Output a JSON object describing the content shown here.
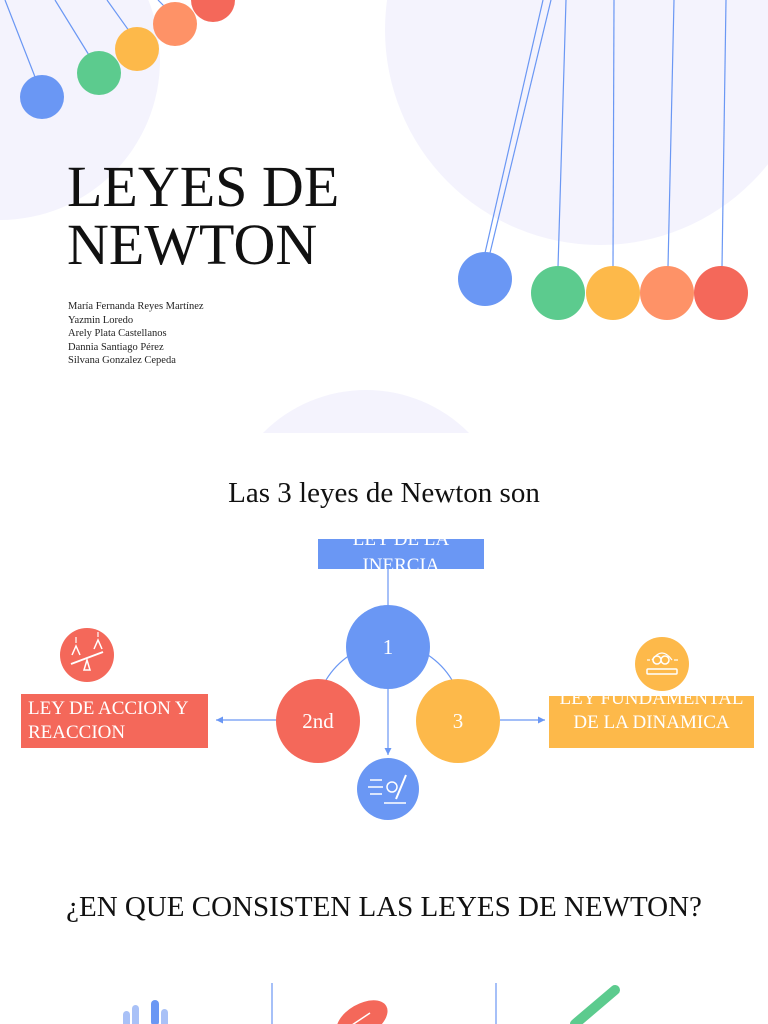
{
  "slide1": {
    "title_line1": "LEYES DE",
    "title_line2": "NEWTON",
    "authors": [
      "María Fernanda Reyes Martínez",
      "Yazmin Loredo",
      "Arely Plata Castellanos",
      "Dannia Santiago Pérez",
      "Silvana  Gonzalez Cepeda"
    ]
  },
  "slide2": {
    "heading": "Las 3 leyes de Newton son",
    "box_top": "LEY DE LA INERCIA",
    "box_left": "LEY DE ACCION Y REACCION",
    "box_right": "LEY FUNDAMENTAL DE LA DINAMICA",
    "circle_1": "1",
    "circle_2": "2nd",
    "circle_3": "3"
  },
  "slide3": {
    "heading": "¿EN QUE CONSISTEN LAS LEYES DE NEWTON?"
  },
  "colors": {
    "blue": "#6a97f4",
    "green": "#5ccb8e",
    "yellow": "#fdb94a",
    "orange": "#fe9267",
    "red": "#f4685a",
    "lavender": "#f4f3fd"
  }
}
